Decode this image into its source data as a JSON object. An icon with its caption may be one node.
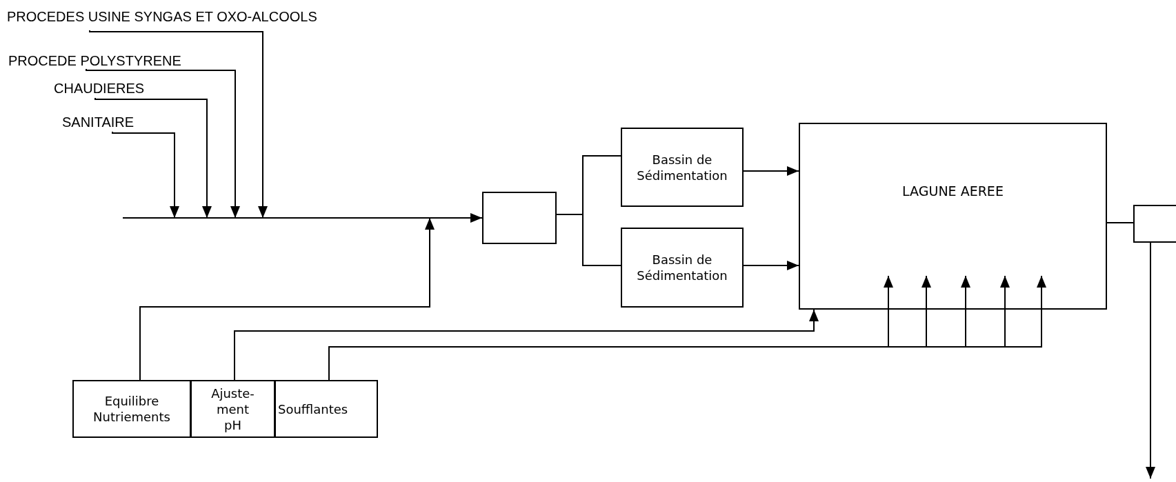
{
  "diagram": {
    "nodes": [
      {
        "text": [
          "PROCEDES USINE SYNGAS ET OXO-ALCOOLS"
        ]
      },
      {
        "text": [
          "PROCEDE POLYSTYRENE"
        ]
      },
      {
        "text": [
          "CHAUDIERES"
        ]
      },
      {
        "text": [
          "SANITAIRE"
        ]
      },
      {
        "text": [],
        "shape": "box"
      },
      {
        "text": [
          "Bassin de Sédimentation"
        ]
      },
      {
        "text": [
          "Bassin de Sédimentation"
        ]
      },
      {
        "text": [
          "LAGUNE AEREE"
        ]
      },
      {
        "text": [],
        "shape": "box"
      },
      {
        "text": [
          "Equilibre Nutriements"
        ]
      },
      {
        "text": [
          "Ajuste- ment pH"
        ]
      },
      {
        "text": [
          "Soufflantes"
        ]
      }
    ],
    "edges": [
      {
        "from": 3,
        "to": 4,
        "arrow": "to"
      },
      {
        "from": 2,
        "to": 4,
        "arrow": "to"
      },
      {
        "from": 1,
        "to": 4,
        "arrow": "to"
      },
      {
        "from": 0,
        "to": 4,
        "arrow": "to"
      },
      {
        "from": null,
        "to": 4,
        "arrow": "to"
      },
      {
        "from": 9,
        "to": 4,
        "arrow": "to"
      },
      {
        "from": 4,
        "to": 5,
        "arrow": "none"
      },
      {
        "from": 4,
        "to": 6,
        "arrow": "none"
      },
      {
        "from": 5,
        "to": 7,
        "arrow": "to"
      },
      {
        "from": 6,
        "to": 7,
        "arrow": "to"
      },
      {
        "from": 10,
        "to": 7,
        "arrow": "to"
      },
      {
        "from": 11,
        "to": 7,
        "arrow": "to"
      },
      {
        "from": 11,
        "to": 7,
        "arrow": "to"
      },
      {
        "from": 11,
        "to": 7,
        "arrow": "to"
      },
      {
        "from": 11,
        "to": 7,
        "arrow": "to"
      },
      {
        "from": 11,
        "to": 7,
        "arrow": "to"
      },
      {
        "from": 7,
        "to": 8,
        "arrow": "none"
      },
      {
        "from": 8,
        "to": null,
        "arrow": "to"
      }
    ]
  }
}
